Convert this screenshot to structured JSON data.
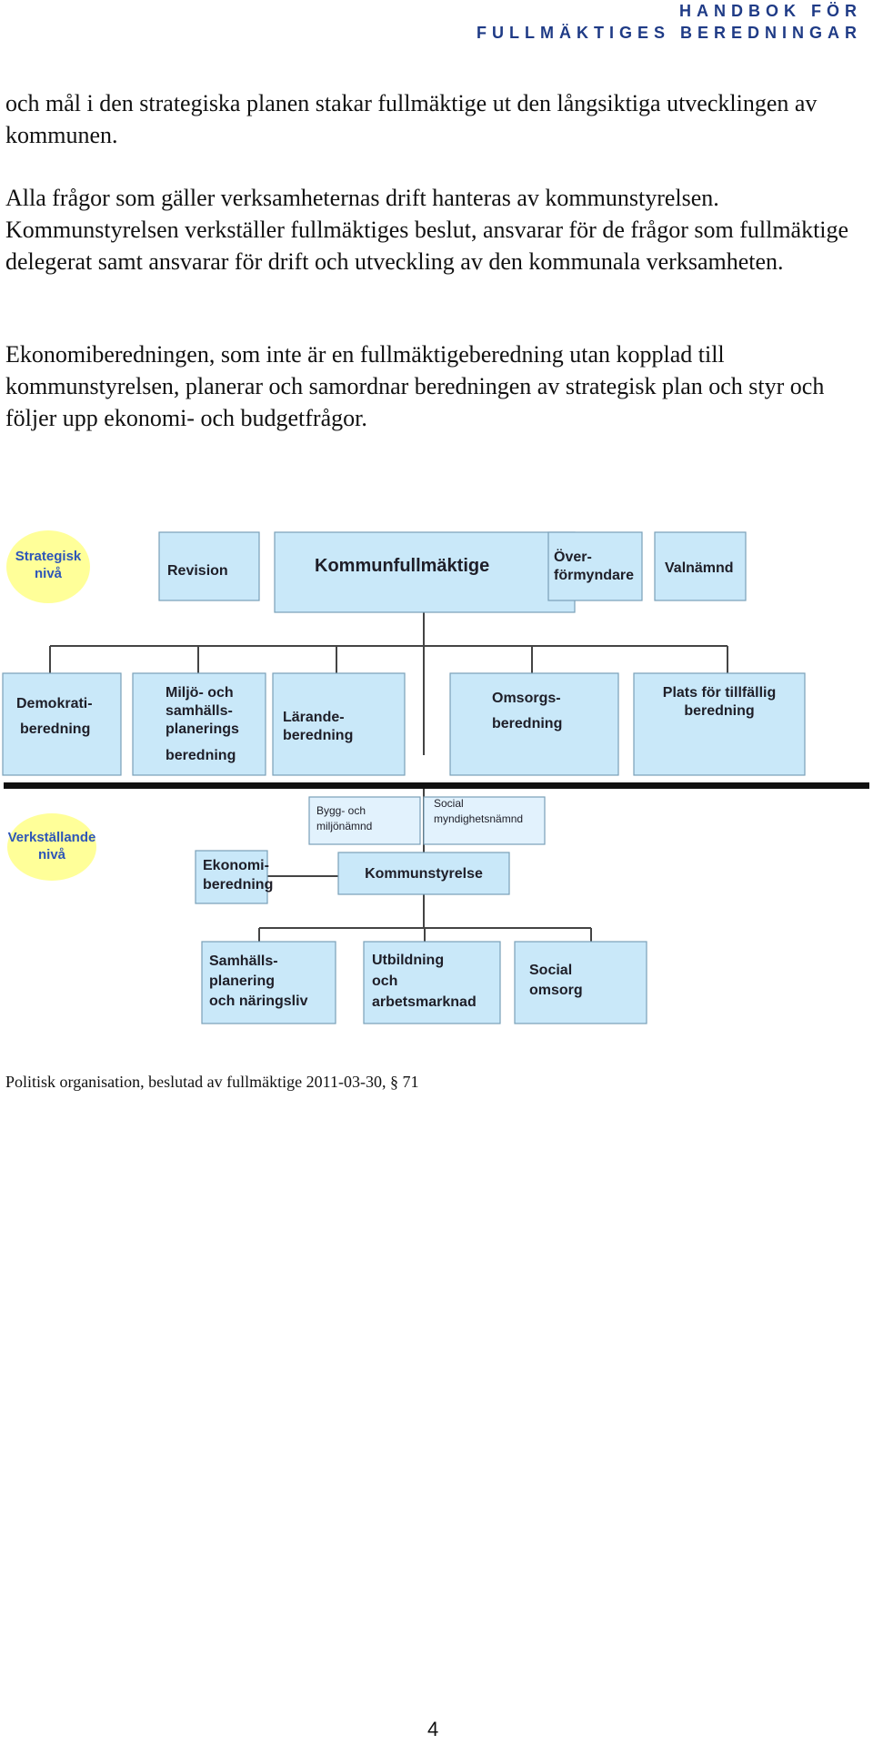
{
  "header": {
    "line1": "HANDBOK FÖR",
    "line2": "FULLMÄKTIGES BEREDNINGAR"
  },
  "paragraphs": [
    "och mål i den strategiska planen stakar fullmäktige ut den långsiktiga utvecklingen av kommunen.",
    "Alla frågor som gäller verksamheternas drift hanteras av kommunstyrelsen. Kommunstyrelsen verkställer fullmäktiges beslut, ansvarar för de frågor som fullmäktige delegerat samt ansvarar för drift och utveckling av den kommunala verksamheten.",
    "Ekonomiberedningen, som inte är en fullmäktigeberedning utan kopplad till kommunstyrelsen, planerar och samordnar beredningen av strategisk plan och styr och följer upp ekonomi- och budgetfrågor."
  ],
  "org_chart": {
    "levels": {
      "strategic_l1": "Strategisk",
      "strategic_l2": "nivå",
      "executive_l1": "Verkställande",
      "executive_l2": "nivå"
    },
    "top_row": {
      "revision": "Revision",
      "kommunfullmaktige": "Kommunfullmäktige",
      "overformyndare_l1": "Över-",
      "overformyndare_l2": "förmyndare",
      "valnamnd": "Valnämnd"
    },
    "beredningar": {
      "demokrati_l1": "Demokrati-",
      "demokrati_l2": "beredning",
      "miljo_l1": "Miljö- och",
      "miljo_l2": "samhälls-",
      "miljo_l3": "planerings",
      "miljo_l4": "beredning",
      "larande_l1": "Lärande-",
      "larande_l2": "beredning",
      "omsorg_l1": "Omsorgs-",
      "omsorg_l2": "beredning",
      "plats_l1": "Plats för tillfällig",
      "plats_l2": "beredning"
    },
    "namnder": {
      "bygg_l1": "Bygg- och",
      "bygg_l2": "miljönämnd",
      "social_l1": "Social",
      "social_l2": "myndighetsnämnd"
    },
    "executive": {
      "ekonomi_l1": "Ekonomi-",
      "ekonomi_l2": "beredning",
      "kommunstyrelse": "Kommunstyrelse"
    },
    "utskott": {
      "samhall_l1": "Samhälls-",
      "samhall_l2": "planering",
      "samhall_l3": "och näringsliv",
      "utbildning_l1": "Utbildning",
      "utbildning_l2": "och",
      "utbildning_l3": "arbetsmarknad",
      "social_l1": "Social",
      "social_l2": "omsorg"
    }
  },
  "caption": "Politisk organisation, beslutad av fullmäktige 2011-03-30, § 71",
  "page_number": "4"
}
